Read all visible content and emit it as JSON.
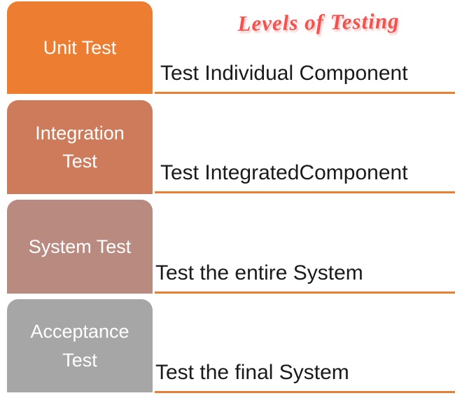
{
  "title": {
    "text": "Levels of Testing",
    "color": "#f2534f"
  },
  "levels": [
    {
      "name": "Unit Test",
      "description": "Test Individual Component",
      "color": "#ed7d31"
    },
    {
      "name": "Integration Test",
      "description": "Test IntegratedComponent",
      "color": "#ce7b5b"
    },
    {
      "name": "System Test",
      "description": "Test the entire System",
      "color": "#b98b80"
    },
    {
      "name": "Acceptance Test",
      "description": "Test the final System",
      "color": "#a6a6a6"
    }
  ],
  "accent": {
    "underline_color": "#e87f33",
    "label_text_color": "#ffffff",
    "description_text_color": "#1a1a1a"
  }
}
